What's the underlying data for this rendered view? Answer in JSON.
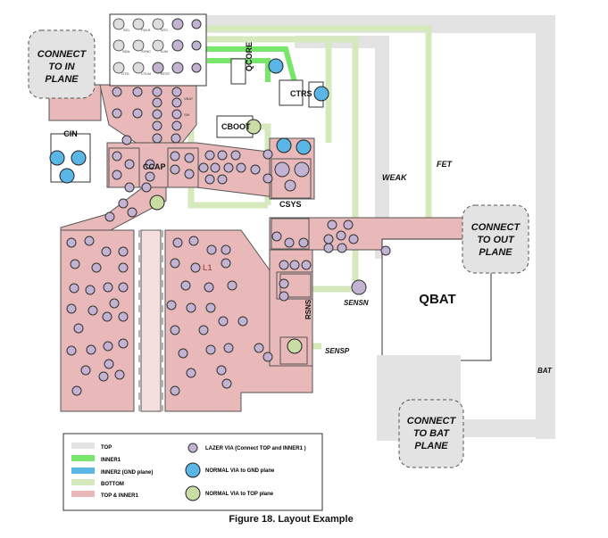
{
  "labels": {
    "connect_in": [
      "CONNECT",
      "TO IN",
      "PLANE"
    ],
    "connect_out": [
      "CONNECT",
      "TO OUT",
      "PLANE"
    ],
    "connect_bat": [
      "CONNECT",
      "TO BAT",
      "PLANE"
    ],
    "cin": "CIN",
    "qcore": "QCORE",
    "ctrs": "CTRS",
    "cboot": "CBOOT",
    "ccap": "CCAP",
    "csys": "CSYS",
    "weak": "WEAK",
    "fet": "FET",
    "l1": "L1",
    "qbat": "QBAT",
    "sensn": "SENSN",
    "sensp": "SENSP",
    "rsns": "RSNS",
    "bat": "BAT"
  },
  "ic_pins": [
    "SCL",
    "PULS",
    "NTC",
    "SDA",
    "SYNC",
    "ILIM",
    "BTST",
    "CTLM",
    "OTG",
    "VBAT",
    "SW"
  ],
  "legend": {
    "items": [
      {
        "color": "#e3e3e3",
        "label": "TOP"
      },
      {
        "color": "#78e66a",
        "label": "INNER1"
      },
      {
        "color": "#5ab6e6",
        "label": "INNER2 (GND plane)"
      },
      {
        "color": "#d6e9bd",
        "label": "BOTTOM"
      },
      {
        "color": "#e9b8b8",
        "label": "TOP & INNER1"
      }
    ],
    "vias": [
      {
        "color": "#c3b3d2",
        "label": "LAZER VIA (Connect TOP and INNER1 )"
      },
      {
        "color": "#5ab6e6",
        "label": "NORMAL VIA to GND plane"
      },
      {
        "color": "#c8dca4",
        "label": "NORMAL VIA to TOP plane"
      }
    ]
  },
  "caption": "Figure 18. Layout Example"
}
